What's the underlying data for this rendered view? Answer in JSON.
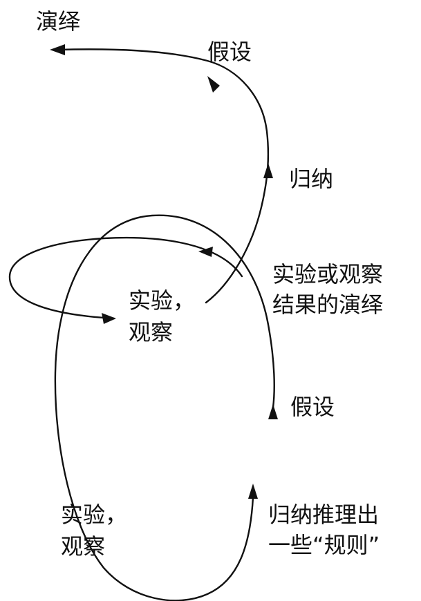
{
  "colors": {
    "ink": "#111111",
    "background": "#ffffff"
  },
  "labels": {
    "top_deduction": "演绎",
    "top_hypothesis": "假设",
    "induction": "归纳",
    "deduction_of_results_line1": "实验或观察",
    "deduction_of_results_line2": "结果的演绎",
    "middle_experiment_line1": "实验，",
    "middle_experiment_line2": "观察",
    "middle_hypothesis": "假设",
    "bottom_experiment_line1": "实验，",
    "bottom_experiment_line2": "观察",
    "inductive_rules_line1": "归纳推理出",
    "inductive_rules_line2": "一些“规则”"
  }
}
